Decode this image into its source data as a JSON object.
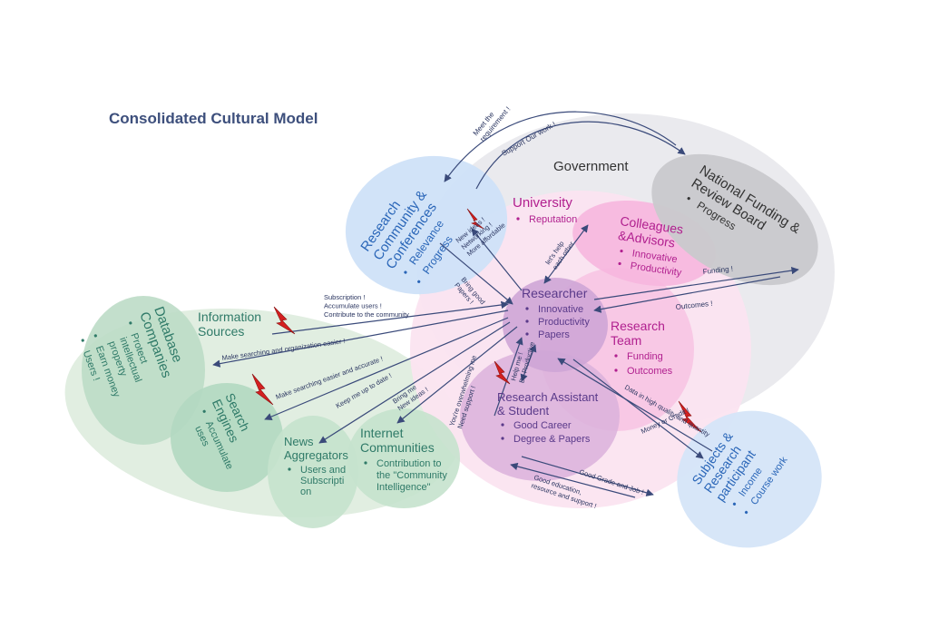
{
  "title": "Consolidated Cultural Model",
  "colors": {
    "title": "#3d4f7c",
    "green_text": "#2f7a68",
    "blue_text": "#2a66b8",
    "magenta_text": "#b1208f",
    "purple_text": "#5a3a8a",
    "gray_text": "#333333",
    "arrow": "#3a4a7a",
    "bolt": "#d42020"
  },
  "nodes": {
    "government": {
      "label": "Government"
    },
    "national_funding": {
      "label": "National Funding &\nReview Board",
      "bullets": [
        "Progress"
      ]
    },
    "research_community": {
      "label": "Research\nCommunity &\nConferences",
      "bullets": [
        "Relevance",
        "Progress"
      ]
    },
    "university": {
      "label": "University",
      "bullets": [
        "Reputation"
      ]
    },
    "colleagues": {
      "label": "Colleagues\n&Advisors",
      "bullets": [
        "Innovative",
        "Productivity"
      ]
    },
    "researcher": {
      "label": "Researcher",
      "bullets": [
        "Innovative",
        "Productivity",
        "Papers"
      ]
    },
    "research_team": {
      "label": "Research\nTeam",
      "bullets": [
        "Funding",
        "Outcomes"
      ]
    },
    "research_assistant": {
      "label": "Research Assistant\n& Student",
      "bullets": [
        "Good Career",
        "Degree & Papers"
      ]
    },
    "subjects": {
      "label": "Subjects &\nResearch\nparticipant",
      "bullets": [
        "Income",
        "Course work"
      ]
    },
    "information_sources": {
      "label": "Information\nSources"
    },
    "database_companies": {
      "label": "Database\nCompanies",
      "bullets": [
        "Protect\nintellectual\nproperty",
        "Earn money",
        "Users !"
      ]
    },
    "search_engines": {
      "label": "Search\nEngines",
      "bullets": [
        "Accumulate\nuses"
      ]
    },
    "news_aggregators": {
      "label": "News\nAggregators",
      "bullets": [
        "Users and\nSubscripti\non"
      ]
    },
    "internet_communities": {
      "label": "Internet\nCommunities",
      "bullets": [
        "Contribution to\nthe \"Community\nIntelligence\""
      ]
    }
  },
  "flows": {
    "meet_requirement": "Meet the\nrequirement !",
    "support_work": "Support Our work !",
    "new_ideas": "New ideas !\nNetworking !\nMore affordable",
    "bring_good_papers": "Bring good\nPapers !",
    "lets_help": "let's help\neach other",
    "funding": "Funding !",
    "outcomes": "Outcomes !",
    "subscription": "Subscription !\nAccumulate users !\nContribute to the community",
    "make_searching_org": "Make searching and organization easier !",
    "make_searching_acc": "Make searching easier and accurate !",
    "keep_me": "Keep me up to date !",
    "bring_me": "Bring me\nNew ideas !",
    "overwhelming": "You're overwhelming me\nNeed support !",
    "help_me": "Help me !\nBe Productive",
    "data_quality": "Data in high quality and quantity",
    "money_credit": "Money or Credit !",
    "good_grade": "Good Grade and Job !",
    "good_education": "Good education,\nresource and support !"
  }
}
